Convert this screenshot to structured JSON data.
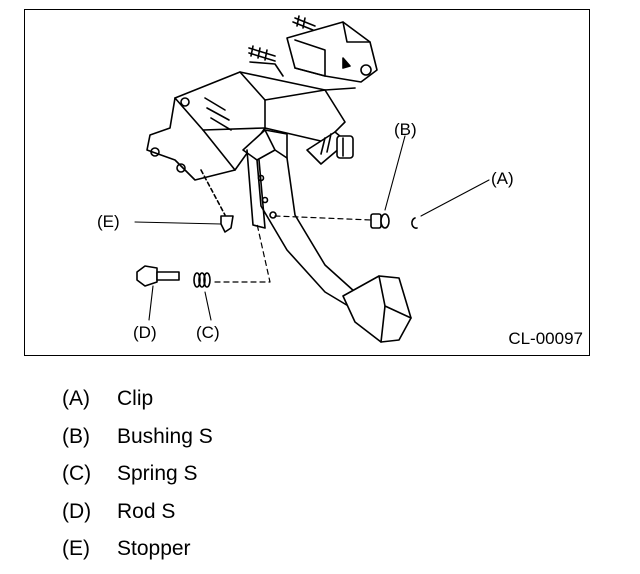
{
  "figure": {
    "code": "CL-00097",
    "callouts": {
      "A": "(A)",
      "B": "(B)",
      "C": "(C)",
      "D": "(D)",
      "E": "(E)"
    }
  },
  "legend": [
    {
      "key": "(A)",
      "name": "Clip"
    },
    {
      "key": "(B)",
      "name": "Bushing S"
    },
    {
      "key": "(C)",
      "name": "Spring S"
    },
    {
      "key": "(D)",
      "name": "Rod S"
    },
    {
      "key": "(E)",
      "name": "Stopper"
    }
  ]
}
